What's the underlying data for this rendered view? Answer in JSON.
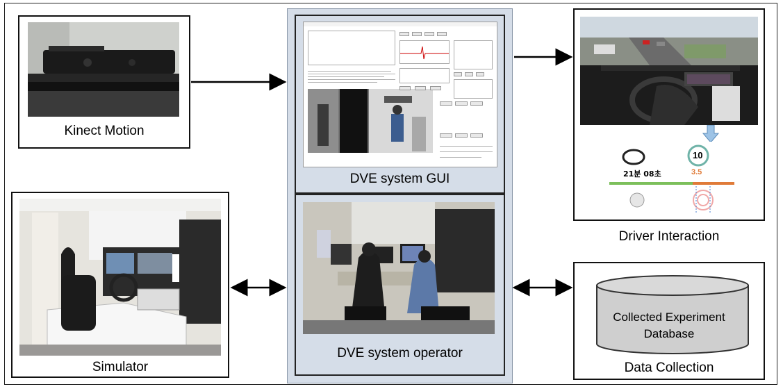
{
  "boxes": {
    "kinect": {
      "label": "Kinect Motion"
    },
    "gui": {
      "label": "DVE system GUI"
    },
    "operator": {
      "label": "DVE system operator"
    },
    "driver": {
      "label": "Driver Interaction"
    },
    "simulator": {
      "label": "Simulator"
    },
    "data": {
      "label": "Data Collection",
      "db_line1": "Collected Experiment",
      "db_line2": "Database"
    }
  },
  "dashboard": {
    "speed": "10",
    "time": "21분 08초",
    "distance": "3.5"
  },
  "colors": {
    "panel_bg": "#d5dde8",
    "cylinder_fill": "#cfcfcf",
    "arrow_down": "#9dc3e6"
  }
}
